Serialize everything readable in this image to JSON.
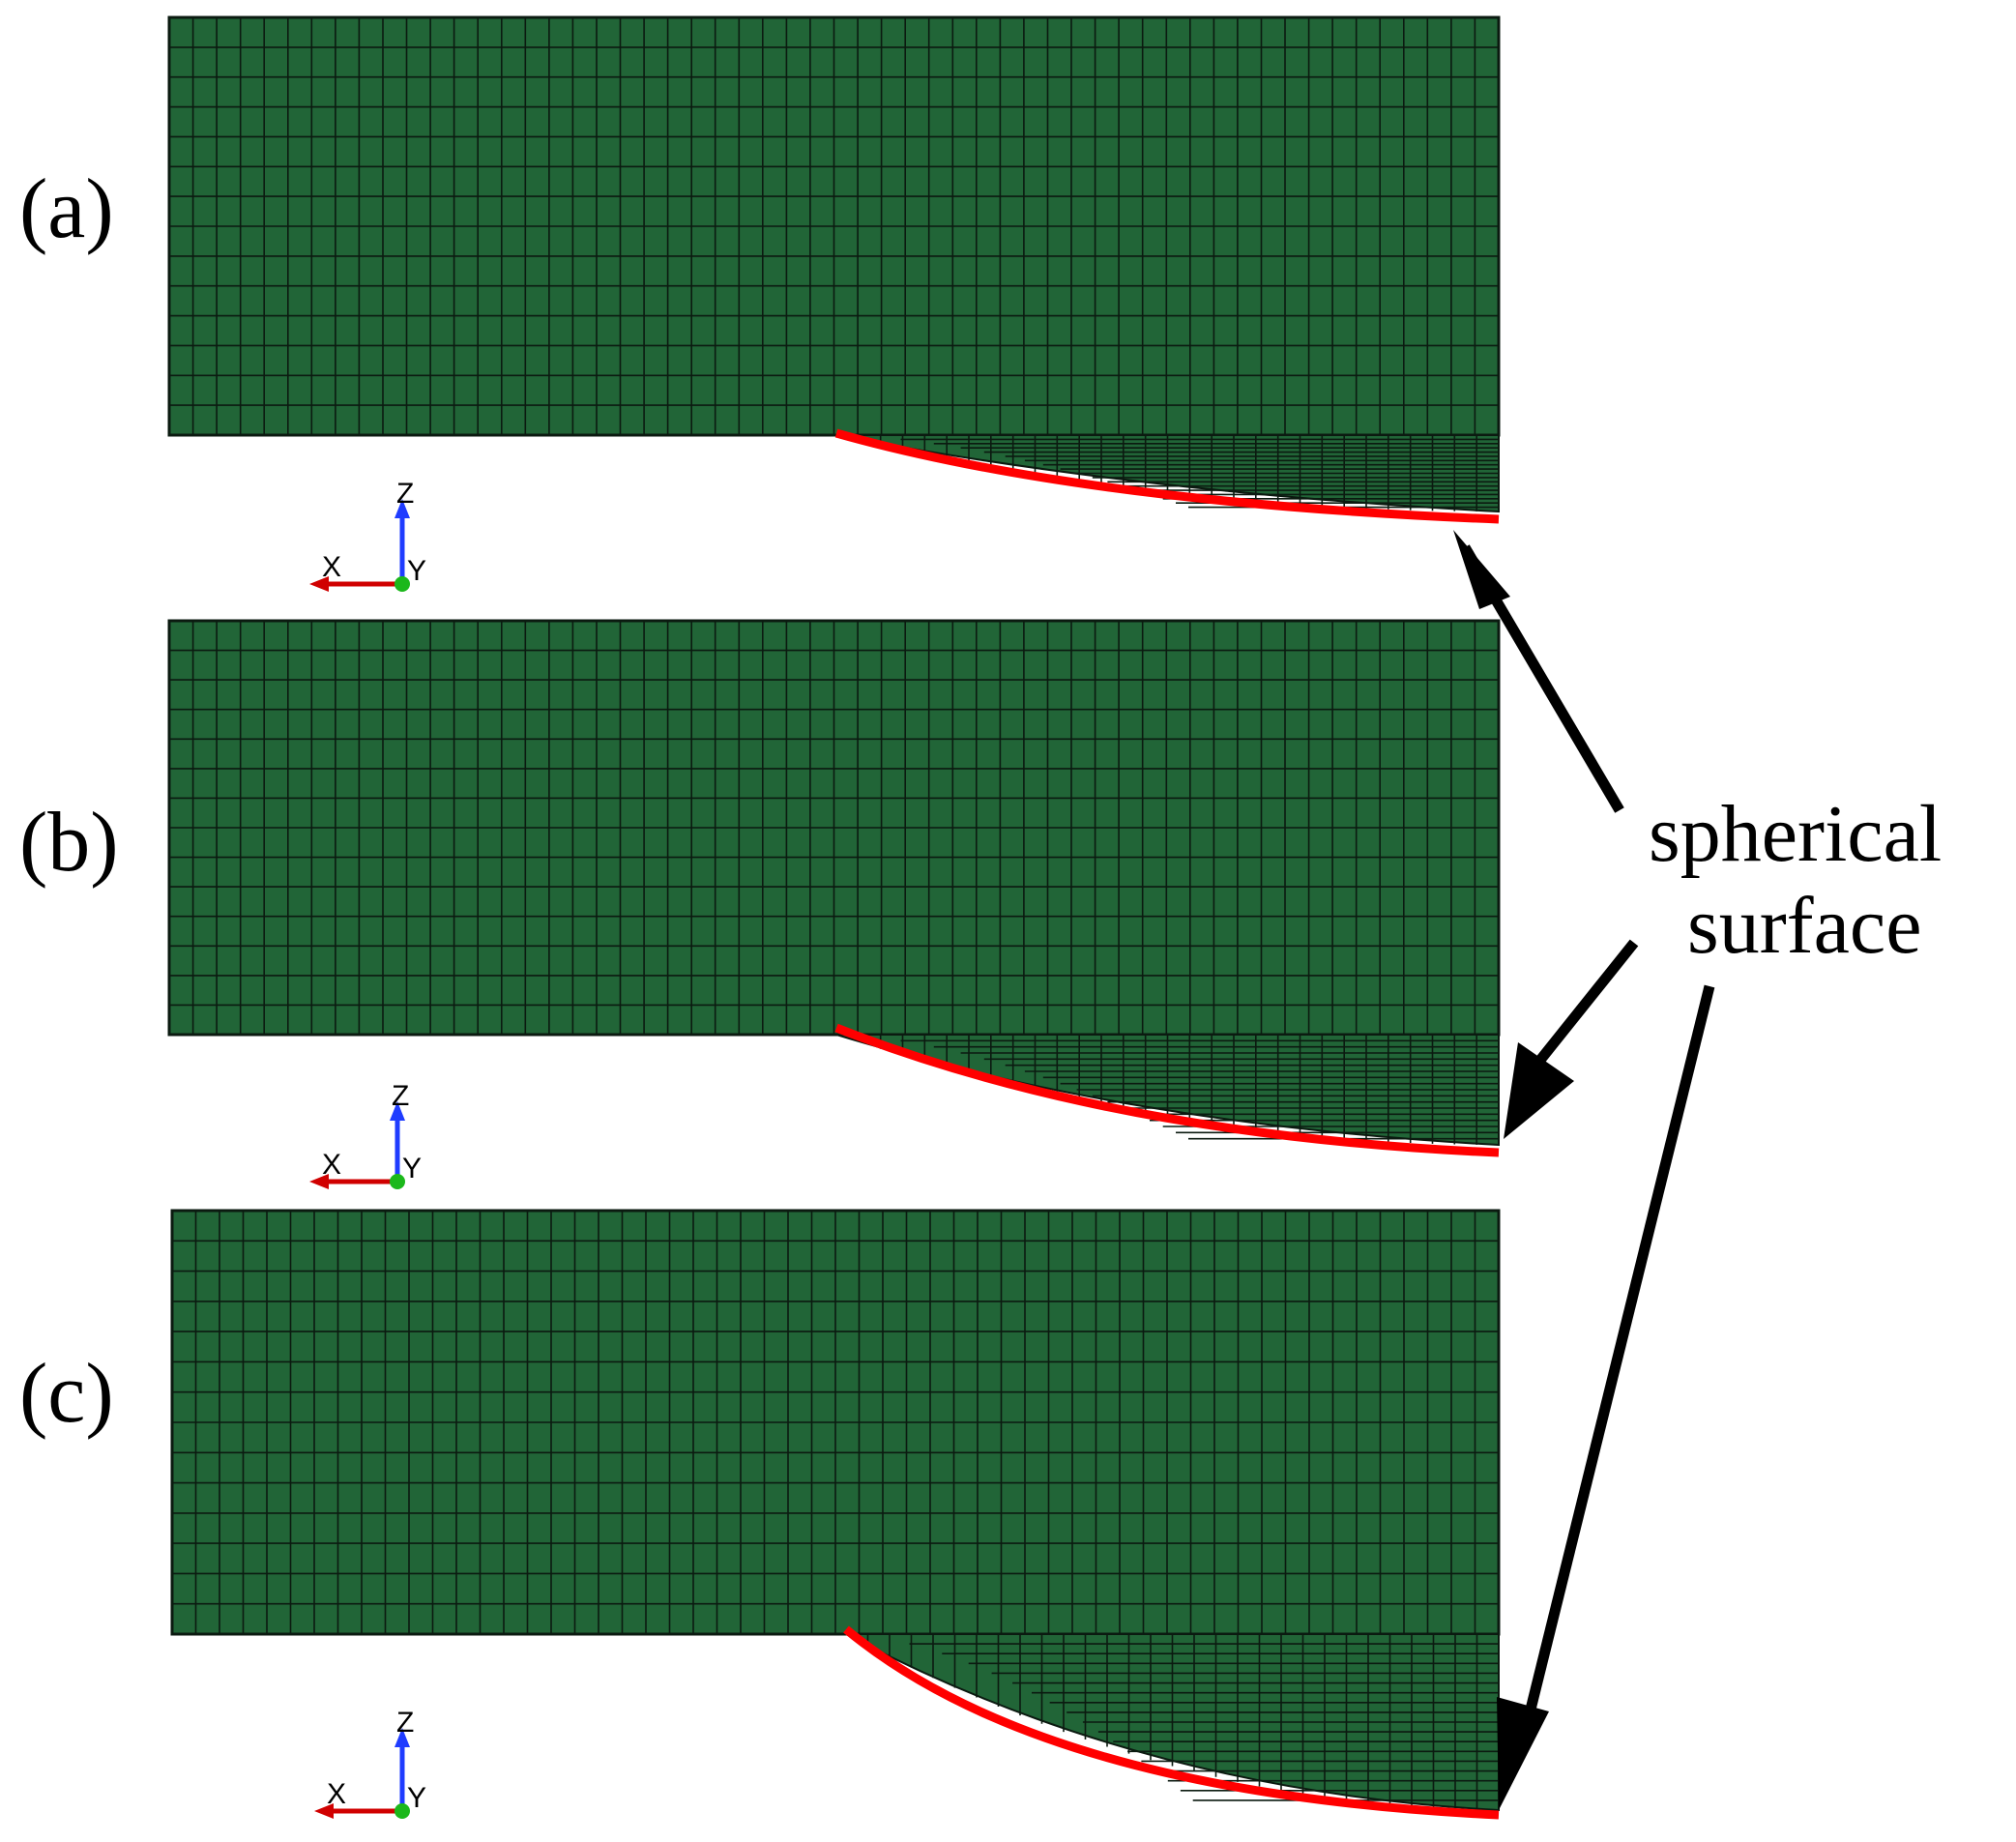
{
  "panels": [
    {
      "label": "(a)",
      "axes": {
        "z": "Z",
        "x": "X",
        "y": "Y"
      }
    },
    {
      "label": "(b)",
      "axes": {
        "z": "Z",
        "x": "X",
        "y": "Y"
      }
    },
    {
      "label": "(c)",
      "axes": {
        "z": "Z",
        "x": "X",
        "y": "Y"
      }
    }
  ],
  "callout": {
    "line1": "spherical",
    "line2": "surface"
  },
  "colors": {
    "mesh_fill": "#216537",
    "mesh_line": "#0b1a10",
    "surface_curve": "#ff0000",
    "axis_z": "#1f3cff",
    "axis_x": "#d00000",
    "axis_y_dot": "#1bb81b",
    "arrow": "#000000"
  }
}
